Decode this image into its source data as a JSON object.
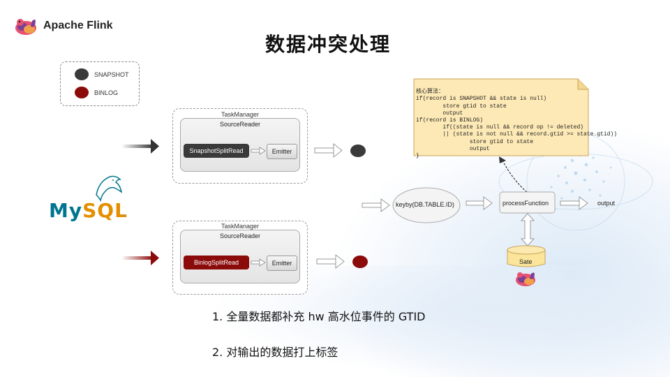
{
  "brand": {
    "name": "Apache Flink"
  },
  "title": "数据冲突处理",
  "legend": [
    {
      "label": "SNAPSHOT",
      "color": "#3a3a3a"
    },
    {
      "label": "BINLOG",
      "color": "#8b0a0a"
    }
  ],
  "task_managers": [
    {
      "title": "TaskManager",
      "source_reader": "SourceReader",
      "reader": "SnapshotSplitRead",
      "reader_color": "#3a3a3a",
      "emitter": "Emitter"
    },
    {
      "title": "TaskManager",
      "source_reader": "SourceReader",
      "reader": "BinlogSplitRead",
      "reader_color": "#8b0a0a",
      "emitter": "Emitter"
    }
  ],
  "mysql": {
    "my": "My",
    "sql": "SQL",
    "tm": "™"
  },
  "algorithm_note": [
    "核心算法：",
    "if(record is SNAPSHOT && state is null)",
    "        store gtid to state",
    "        output",
    "if(record is BINLOG)",
    "        if((state is null && record op != deleted)",
    "        || (state is not null && record.gtid >= state.gtid))",
    "                store gtid to state",
    "                output",
    "}"
  ],
  "pipeline": {
    "keyby": "keyby(DB.TABLE.ID)",
    "process": "processFunction",
    "output": "output",
    "state": "Sate"
  },
  "bullets": [
    "1.  全量数据都补充 hw 高水位事件的 GTID",
    "2.  对输出的数据打上标签"
  ]
}
